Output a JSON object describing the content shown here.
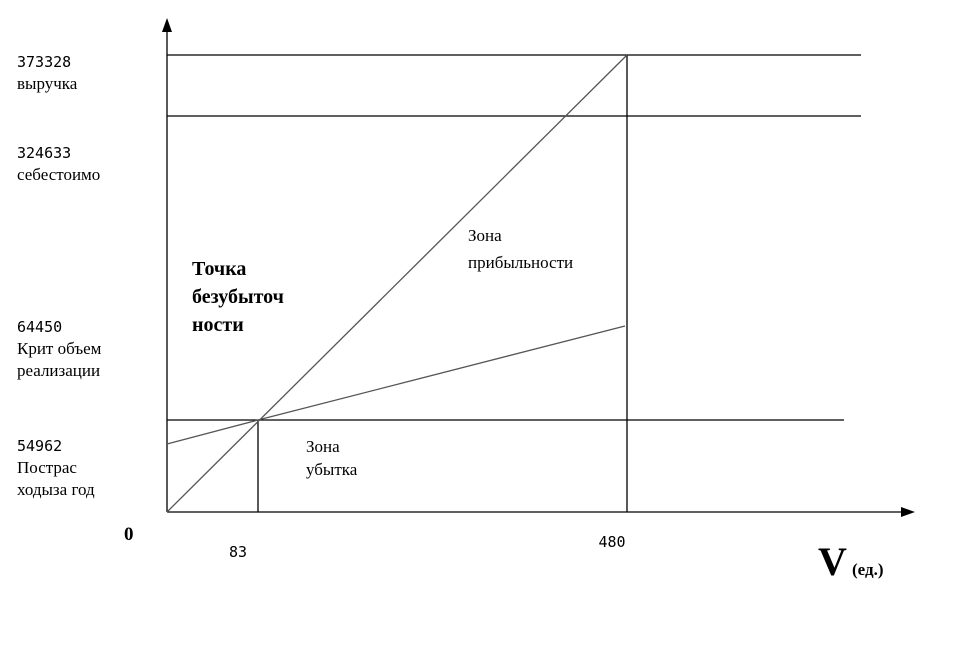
{
  "chart_data": {
    "type": "line",
    "title": "",
    "xlabel": {
      "main": "V",
      "unit": "(ед.)"
    },
    "origin_label": "0",
    "x_ticks": [
      "83",
      "480"
    ],
    "y_labels": [
      {
        "id": "revenue",
        "value": "373328",
        "lines": [
          "выручка"
        ]
      },
      {
        "id": "cost",
        "value": "324633",
        "lines": [
          "себестоимо"
        ]
      },
      {
        "id": "crit",
        "value": "64450",
        "lines": [
          "Крит объем",
          "реализации"
        ]
      },
      {
        "id": "fixed",
        "value": "54962",
        "lines": [
          "Пострас",
          "ходыза год"
        ]
      }
    ],
    "annotations": {
      "profit_zone": [
        "Зона",
        "прибыльности"
      ],
      "loss_zone": [
        "Зона",
        "убытка"
      ],
      "break_even": [
        "Точка",
        "безубыточ",
        "ности"
      ]
    },
    "series": [
      {
        "id": "revenue-line",
        "points": [
          {
            "x": 0,
            "y": 0
          },
          {
            "x": 480,
            "y": 373328
          }
        ]
      },
      {
        "id": "total-cost-line",
        "points": [
          {
            "x": 0,
            "y": 54962
          },
          {
            "x": 83,
            "y": 64450
          },
          {
            "x": 480,
            "y": 150000
          }
        ]
      }
    ],
    "reference_lines": {
      "horizontal": [
        "373328",
        "324633",
        "64450"
      ],
      "vertical": [
        "83",
        "480"
      ]
    }
  }
}
